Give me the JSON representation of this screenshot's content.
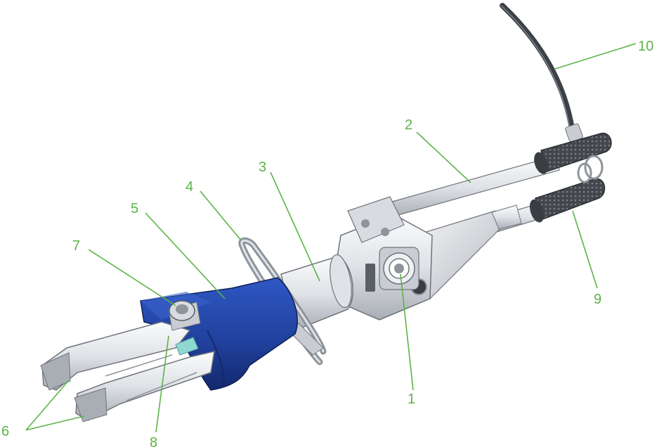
{
  "colors": {
    "callout": "#5cb346",
    "steel_light": "#eef0f3",
    "steel_mid": "#c9cdd3",
    "steel_dark": "#8e949c",
    "outline": "#6f747b",
    "blue": "#1f3f9a",
    "blue_dark": "#13296d",
    "grip": "#3a3d42",
    "hose": "#3d4147",
    "teal": "#8fd8d2"
  },
  "callouts": [
    {
      "id": "1",
      "label": "1"
    },
    {
      "id": "2",
      "label": "2"
    },
    {
      "id": "3",
      "label": "3"
    },
    {
      "id": "4",
      "label": "4"
    },
    {
      "id": "5",
      "label": "5"
    },
    {
      "id": "6",
      "label": "6"
    },
    {
      "id": "7",
      "label": "7"
    },
    {
      "id": "8",
      "label": "8"
    },
    {
      "id": "9",
      "label": "9"
    },
    {
      "id": "10",
      "label": "10"
    }
  ]
}
